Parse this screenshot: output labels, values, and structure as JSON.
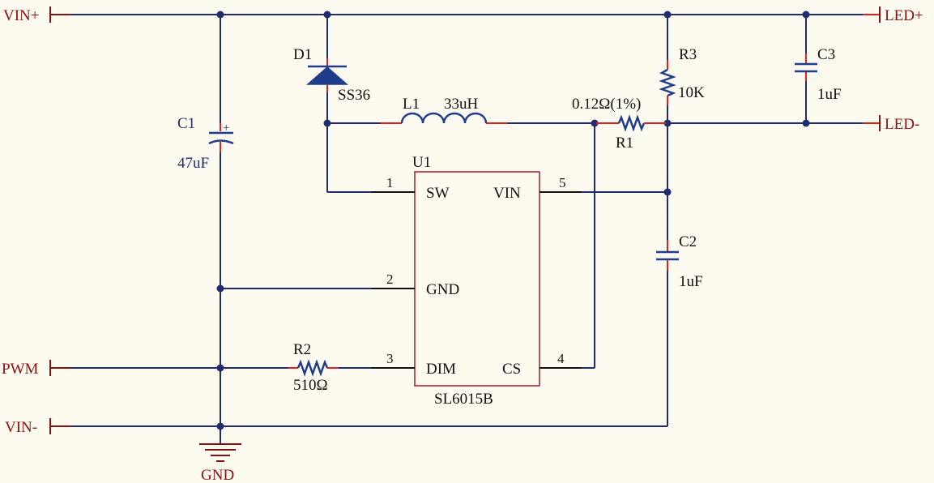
{
  "ports": {
    "vin_plus": "VIN+",
    "vin_minus": "VIN-",
    "pwm": "PWM",
    "led_plus": "LED+",
    "led_minus": "LED-",
    "gnd": "GND"
  },
  "components": {
    "c1": {
      "ref": "C1",
      "value": "47uF"
    },
    "d1": {
      "ref": "D1",
      "value": "SS36"
    },
    "l1": {
      "ref": "L1",
      "value": "33uH"
    },
    "r1": {
      "ref": "R1",
      "value": "0.12Ω(1%)"
    },
    "r3": {
      "ref": "R3",
      "value": "10K"
    },
    "c3": {
      "ref": "C3",
      "value": "1uF"
    },
    "c2": {
      "ref": "C2",
      "value": "1uF"
    },
    "r2": {
      "ref": "R2",
      "value": "510Ω"
    }
  },
  "ic": {
    "ref": "U1",
    "part": "SL6015B",
    "pins": {
      "sw": {
        "num": "1",
        "name": "SW"
      },
      "gnd": {
        "num": "2",
        "name": "GND"
      },
      "dim": {
        "num": "3",
        "name": "DIM"
      },
      "cs": {
        "num": "4",
        "name": "CS"
      },
      "vin": {
        "num": "5",
        "name": "VIN"
      }
    }
  },
  "colors": {
    "background": "#fdfaf0",
    "wire": "#1f2d6e",
    "pin_stub": "#e0201c",
    "port_text": "#8b1010"
  }
}
